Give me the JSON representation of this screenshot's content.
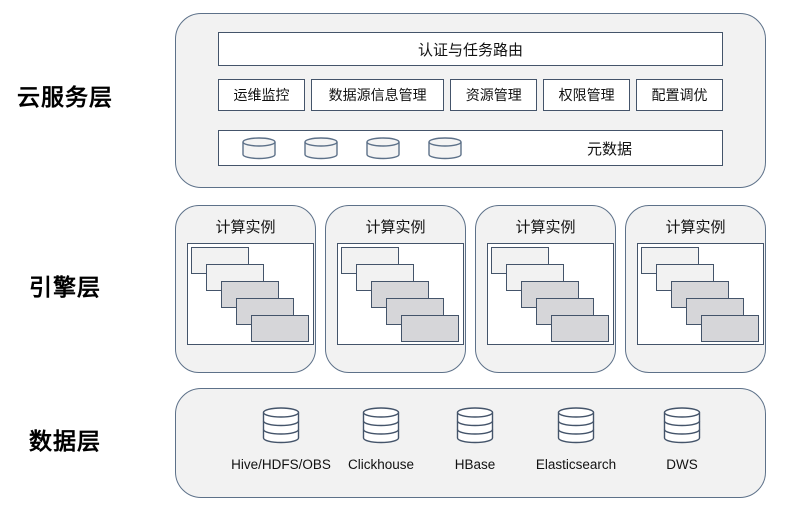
{
  "diagram": {
    "layers": [
      {
        "id": "cloud-service",
        "label": "云服务层"
      },
      {
        "id": "engine",
        "label": "引擎层"
      },
      {
        "id": "data",
        "label": "数据层"
      }
    ],
    "cloud": {
      "auth_routing": "认证与任务路由",
      "modules": [
        "运维监控",
        "数据源信息管理",
        "资源管理",
        "权限管理",
        "配置调优"
      ],
      "metadata_label": "元数据",
      "metadata_cylinder_count": 4
    },
    "engine": {
      "instances": [
        "计算实例",
        "计算实例",
        "计算实例",
        "计算实例"
      ],
      "stack_rects_per_instance": 5
    },
    "data": {
      "stores": [
        "Hive/HDFS/OBS",
        "Clickhouse",
        "HBase",
        "Elasticsearch",
        "DWS"
      ]
    },
    "colors": {
      "panel_fill": "#f2f2f2",
      "panel_border": "#5d7189",
      "box_border": "#44546a",
      "stack_light": "#f2f2f2",
      "stack_gray": "#d6d6d9",
      "text": "#111111"
    }
  }
}
